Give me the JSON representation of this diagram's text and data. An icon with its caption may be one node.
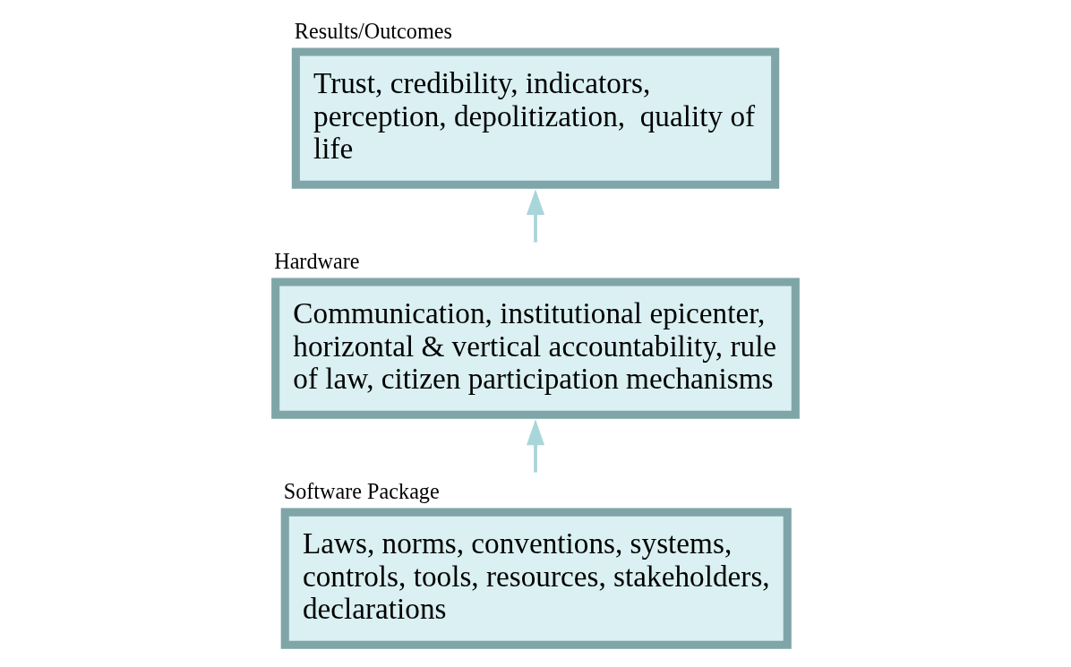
{
  "diagram": {
    "nodes": [
      {
        "text": [
          "Software Package",
          "Laws, norms, conventions, systems, controls, tools, resources, stakeholders, declarations"
        ]
      },
      {
        "text": [
          "Hardware",
          "Communication, institutional epicenter, horizontal & vertical accountability, rule of law, citizen participation mechanisms"
        ]
      },
      {
        "text": [
          "Results/Outcomes",
          "Trust, credibility, indicators, perception, depolitization,  quality of life"
        ]
      }
    ],
    "edges": [
      {
        "from": 0,
        "to": 1,
        "arrow": "to"
      },
      {
        "from": 1,
        "to": 2,
        "arrow": "to"
      }
    ]
  }
}
